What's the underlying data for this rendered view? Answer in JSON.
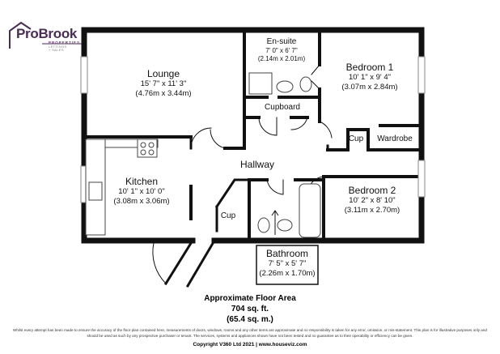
{
  "logo": {
    "name": "ProBrook",
    "line1": "PROPERTIES",
    "line2": "LETTINGS + SALES",
    "color": "#4a2d55"
  },
  "rooms": {
    "lounge": {
      "name": "Lounge",
      "imperial": "15' 7\" x 11' 3\"",
      "metric": "(4.76m x 3.44m)"
    },
    "ensuite": {
      "name": "En-suite",
      "imperial": "7' 0\" x 6' 7\"",
      "metric": "(2.14m x 2.01m)"
    },
    "bedroom1": {
      "name": "Bedroom 1",
      "imperial": "10' 1\" x 9' 4\"",
      "metric": "(3.07m x 2.84m)"
    },
    "cupboard": {
      "name": "Cupboard"
    },
    "cup1": {
      "name": "Cup"
    },
    "wardrobe": {
      "name": "Wardrobe"
    },
    "hallway": {
      "name": "Hallway"
    },
    "kitchen": {
      "name": "Kitchen",
      "imperial": "10' 1\" x 10' 0\"",
      "metric": "(3.08m x 3.06m)"
    },
    "bedroom2": {
      "name": "Bedroom 2",
      "imperial": "10' 2\" x 8' 10\"",
      "metric": "(3.11m x 2.70m)"
    },
    "cup2": {
      "name": "Cup"
    },
    "bathroom": {
      "name": "Bathroom",
      "imperial": "7' 5\" x 5' 7\"",
      "metric": "(2.26m x 1.70m)"
    }
  },
  "area": {
    "title": "Approximate Floor Area",
    "sqft": "704 sq. ft.",
    "sqm": "(65.4 sq. m.)"
  },
  "footer": {
    "disclaimer": "Whilst every attempt has been made to ensure the accuracy of the floor plan contained here, measurements of doors, windows, rooms and any other items are approximate and no responsibility is taken for any error, omission, or mis-statement. This plan is for illustrative purposes only and should be used as such by any prospective purchaser or tenant. The services, systems and appliances shown have not been tested and no guarantee as to their operability or efficiency can be given.",
    "copyright": "Copyright V360 Ltd 2021 | www.houseviz.com"
  }
}
